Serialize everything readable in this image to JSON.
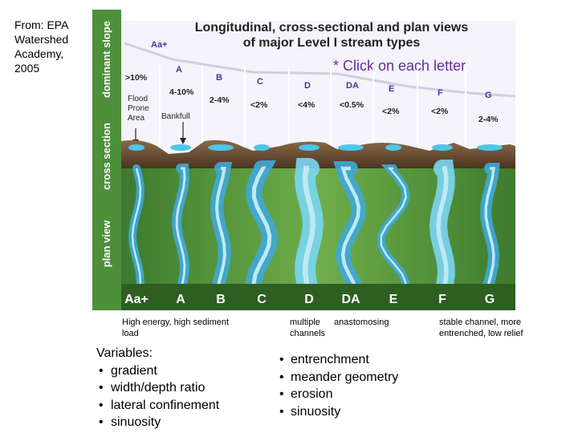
{
  "source_note": "From: EPA Watershed Academy, 2005",
  "figure": {
    "title_line1": "Longitudinal, cross-sectional and plan views",
    "title_line2": "of major Level I stream types",
    "click_hint": "* Click on each letter",
    "row_labels": [
      "dominant slope",
      "cross section",
      "plan view"
    ],
    "top_letters": [
      "Aa+",
      "A",
      "B",
      "C",
      "D",
      "DA",
      "E",
      "F",
      "G"
    ],
    "slopes": [
      ">10%",
      "4-10%",
      "2-4%",
      "<2%",
      "<4%",
      "<0.5%",
      "<2%",
      "<2%",
      "2-4%"
    ],
    "flood_prone_area": "Flood Prone Area",
    "bankfull": "Bankfull",
    "bottom_letters": [
      "Aa+",
      "A",
      "B",
      "C",
      "D",
      "DA",
      "E",
      "F",
      "G"
    ],
    "colors": {
      "frame": "#4e8f3c",
      "sky": "#f4f4fa",
      "soil": "#6b4a2e",
      "water": "#4ec6e8",
      "label_purple": "#5a3c8c",
      "letter_blue": "#3a3aa8"
    }
  },
  "notes": {
    "left": "High energy, high sediment load",
    "mid_a": "multiple channels",
    "mid_b": "anastomosing",
    "right": "stable channel, more entrenched, low relief"
  },
  "variables": {
    "heading": "Variables:",
    "items": [
      "gradient",
      "width/depth ratio",
      "lateral confinement",
      "sinuosity"
    ]
  },
  "features": [
    "entrenchment",
    "meander geometry",
    "erosion",
    "sinuosity"
  ]
}
